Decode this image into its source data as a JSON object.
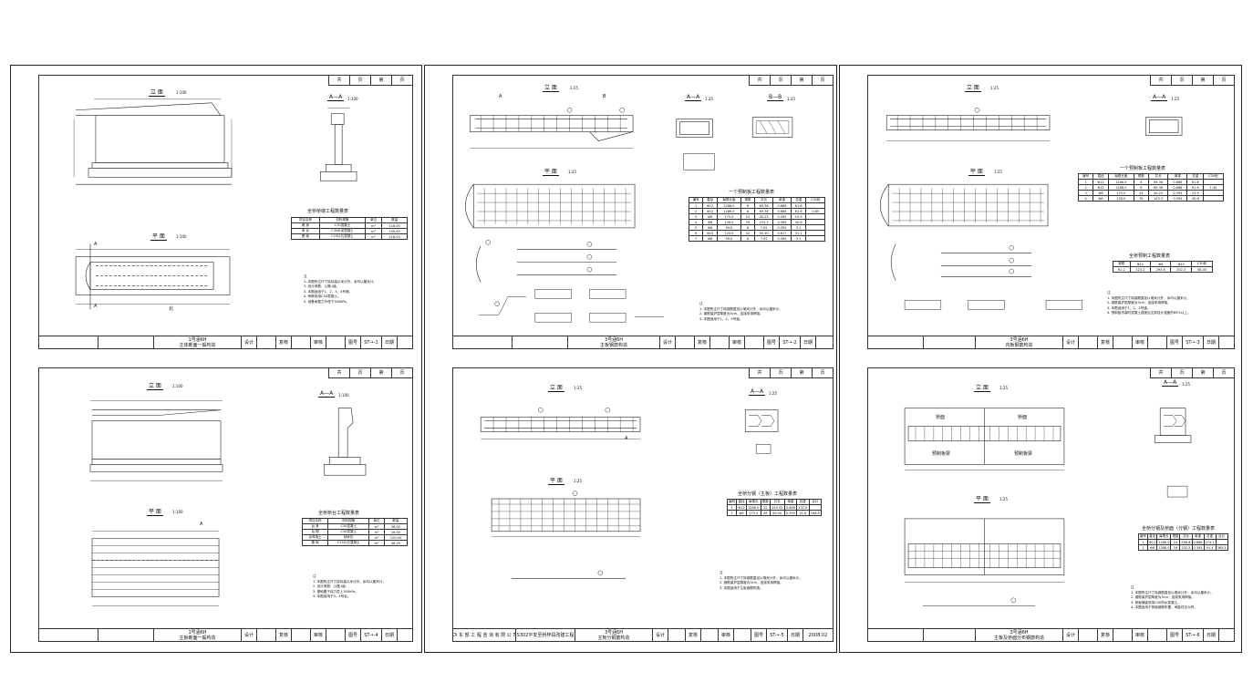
{
  "sheet_header": [
    "共",
    "页",
    "第",
    "页"
  ],
  "titleblock_labels": {
    "design": "设计",
    "review": "复核",
    "check": "审核",
    "drawing_no": "图号",
    "date": "日期"
  },
  "panels": [
    {
      "id": "p1",
      "title_line1": "1号涵6H",
      "title_line2": "主体断面一般构造",
      "drawing_no": "ST-•-1",
      "views": {
        "elevation": "立 面",
        "elevation_scale": "1:100",
        "section": "A—A",
        "section_scale": "1:100",
        "plan": "平 面",
        "plan_scale": "1:100"
      },
      "table_title": "全桥桥墩工程数量表",
      "table_rows": [
        [
          "项目名称",
          "材料规格",
          "单位",
          "数量"
        ],
        [
          "墩 身",
          "C30混凝土",
          "m³",
          "118.00"
        ],
        [
          "承 台",
          "C30水泥混凝土",
          "m³",
          "130.00"
        ],
        [
          "基 础",
          "C15片石混凝土",
          "m³",
          "118.00"
        ]
      ],
      "notes_title": "注",
      "notes": [
        "1. 本图所注尺寸除标高以米计外，余均以厘米计。",
        "2. 设计荷载：公路-I级。",
        "3. 本图适用于1、2、3、4号墩。",
        "4. 桥墩采用C30混凝土。",
        "5. 地基承载力不低于300kPa。"
      ],
      "labels": {
        "sec_a": "A",
        "sec_b": "A",
        "arrow": "北"
      }
    },
    {
      "id": "p2",
      "title_line1": "3号涵6H",
      "title_line2": "主板钢筋构造",
      "drawing_no": "ST-•-2",
      "views": {
        "elevation": "立 面",
        "elevation_scale": "1:25",
        "section": "A—A",
        "section_scale": "1:25",
        "section2": "B—B",
        "section2_scale": "1:25",
        "plan": "平 面",
        "plan_scale": "1:25"
      },
      "table_title": "一个预制板工程数量表",
      "table_rows": [
        [
          "编号",
          "直径",
          "每根长度",
          "根数",
          "共长",
          "单重",
          "总重",
          "C30砼"
        ],
        [
          "1",
          "Φ12",
          "1286.0",
          "6",
          "69.36",
          "0.888",
          "61.6",
          ""
        ],
        [
          "2",
          "Φ12",
          "1286.0",
          "6",
          "69.36",
          "0.888",
          "61.6",
          "0.85"
        ],
        [
          "3",
          "Φ8",
          "175.0",
          "23",
          "40.25",
          "0.395",
          "15.9",
          ""
        ],
        [
          "4",
          "Φ8",
          "136.0",
          "76",
          "103.3",
          "0.395",
          "40.8",
          ""
        ],
        [
          "5",
          "Φ8",
          "99.0",
          "8",
          "7.92",
          "0.395",
          "3.1",
          ""
        ],
        [
          "6",
          "Φ10",
          "120.0",
          "42",
          "50.40",
          "0.617",
          "31.1",
          ""
        ],
        [
          "7",
          "Φ8",
          "99.0",
          "8",
          "7.92",
          "0.395",
          "3.1",
          ""
        ]
      ],
      "notes_title": "注",
      "notes": [
        "1. 本图所注尺寸除钢筋直径以毫米计外，余均以厘米计。",
        "2. 钢筋保护层厚度为3cm，连接采用焊接。",
        "3. 本图适用于1、2、3号涵。"
      ],
      "labels": {
        "sec_a": "A",
        "sec_b": "B"
      }
    },
    {
      "id": "p3",
      "title_line1": "3号涵6H",
      "title_line2": "内板钢筋构造",
      "drawing_no": "ST-•-3",
      "views": {
        "elevation": "立 面",
        "elevation_scale": "1:25",
        "section": "A—A",
        "section_scale": "1:25",
        "plan": "平 面",
        "plan_scale": "1:25"
      },
      "table_title": "一个预制板工程数量表",
      "table_title2": "全桥预制工程数量表",
      "table_rows": [
        [
          "编号",
          "直径",
          "每根长度",
          "根数",
          "共长",
          "单重",
          "总重",
          "C30砼"
        ],
        [
          "1",
          "Φ12",
          "1286.0",
          "6",
          "69.36",
          "0.888",
          "61.6",
          ""
        ],
        [
          "2",
          "Φ12",
          "1286.0",
          "6",
          "69.36",
          "0.888",
          "61.6",
          "1.45"
        ],
        [
          "3",
          "Φ8",
          "175.0",
          "23",
          "40.25",
          "0.395",
          "15.9",
          ""
        ],
        [
          "4",
          "Φ8",
          "136.0",
          "76",
          "103.3",
          "0.395",
          "40.8",
          ""
        ]
      ],
      "table2_rows": [
        [
          "钢筋",
          "Φ12",
          "Φ8",
          "Φ10",
          "C30砼"
        ],
        [
          "61.2",
          "123.2",
          "293.8",
          "202.3",
          "58.00"
        ]
      ],
      "notes_title": "注",
      "notes": [
        "1. 本图所注尺寸除钢筋直径以毫米计外，余均以厘米计。",
        "2. 钢筋保护层厚度为3cm，连接采用焊接。",
        "3. 本图适用于1、2、3号涵。",
        "4. 预制板吊装时混凝土强度应达到设计强度的85%以上。"
      ]
    },
    {
      "id": "p4",
      "title_line1": "1号涵6H",
      "title_line2": "主板断面一般构造",
      "drawing_no": "ST-•-4",
      "views": {
        "elevation": "立 面",
        "elevation_scale": "1:100",
        "section": "A—A",
        "section_scale": "1:100",
        "plan": "平 面",
        "plan_scale": "1:100"
      },
      "table_title": "全桥桥台工程数量表",
      "table_rows": [
        [
          "项目名称",
          "材料规格",
          "单位",
          "数量"
        ],
        [
          "台 身",
          "C30混凝土",
          "m³",
          "36.00"
        ],
        [
          "台 帽",
          "C30混凝土",
          "m³",
          "16.00"
        ],
        [
          "台背填土",
          "砂砾石",
          "m³",
          "120.00"
        ],
        [
          "基 础",
          "C15片石混凝土",
          "m³",
          "48.00"
        ]
      ],
      "notes_title": "注",
      "notes": [
        "1. 本图所注尺寸除标高以米计外，余均以厘米计。",
        "2. 设计荷载：公路-I级。",
        "3. 基础置于持力层上300kPa。",
        "4. 本图适用于0、4号台。"
      ],
      "labels": {
        "sec_a": "A"
      }
    },
    {
      "id": "p5",
      "title_line1": "3号涵6H",
      "title_line2": "主板分钢筋构造",
      "drawing_no": "ST-•-5",
      "date_value": "2008.02",
      "company": "XX 东 部 工 程 咨 询 有 限 公 司",
      "project": "S302平安至桥梓段改建工程",
      "views": {
        "elevation": "立 面",
        "elevation_scale": "1:25",
        "section": "A—A",
        "section_scale": "1:25",
        "plan": "平 面",
        "plan_scale": "1:25"
      },
      "table_title": "全桥分钢（主板）工程数量表",
      "table_rows": [
        [
          "编号",
          "直径",
          "每根长",
          "根数",
          "共长",
          "单重",
          "总重",
          "合计"
        ],
        [
          "1",
          "Φ12",
          "1286.0",
          "12",
          "154.32",
          "0.888",
          "137.0",
          ""
        ],
        [
          "2",
          "Φ8",
          "175.0",
          "46",
          "80.50",
          "0.395",
          "31.8",
          "168.8"
        ]
      ],
      "notes_title": "注",
      "notes": [
        "1. 本图所注尺寸除钢筋直径以毫米计外，余均以厘米计。",
        "2. 钢筋保护层厚度为3cm，连接采用焊接。",
        "3. 本图适用于主板钢筋构造。"
      ],
      "labels": {
        "sec_a": "A"
      }
    },
    {
      "id": "p6",
      "title_line1": "3号涵6H",
      "title_line2": "主板及桥面分布钢筋构造",
      "drawing_no": "ST-•-6",
      "views": {
        "elevation": "立 面",
        "elevation_scale": "1:25",
        "section": "A—A",
        "section_scale": "1:25",
        "plan": "平 面",
        "plan_scale": "1:25"
      },
      "table_title": "全桥分钢及桥面（分钢）工程数量表",
      "table_rows": [
        [
          "编号",
          "直径",
          "每根长",
          "根数",
          "共长",
          "单重",
          "总重",
          "合计"
        ],
        [
          "1",
          "Φ12",
          "1286.0",
          "24",
          "308.6",
          "0.888",
          "274.1",
          ""
        ],
        [
          "2",
          "Φ8",
          "1286.0",
          "18",
          "231.5",
          "0.395",
          "91.4",
          "365.5"
        ]
      ],
      "notes_title": "注",
      "notes": [
        "1. 本图所注尺寸除钢筋直径以毫米计外，余均以厘米计。",
        "2. 钢筋保护层厚度为3cm，连接采用焊接。",
        "3. 桥面铺装采用C40防水混凝土。",
        "4. 本图适用于桥面钢筋布置，间距详见大样。"
      ],
      "labels": {
        "deck_a": "桥面",
        "deck_b": "桥面",
        "plate_a": "预制板梁",
        "plate_b": "预制板梁"
      }
    }
  ]
}
